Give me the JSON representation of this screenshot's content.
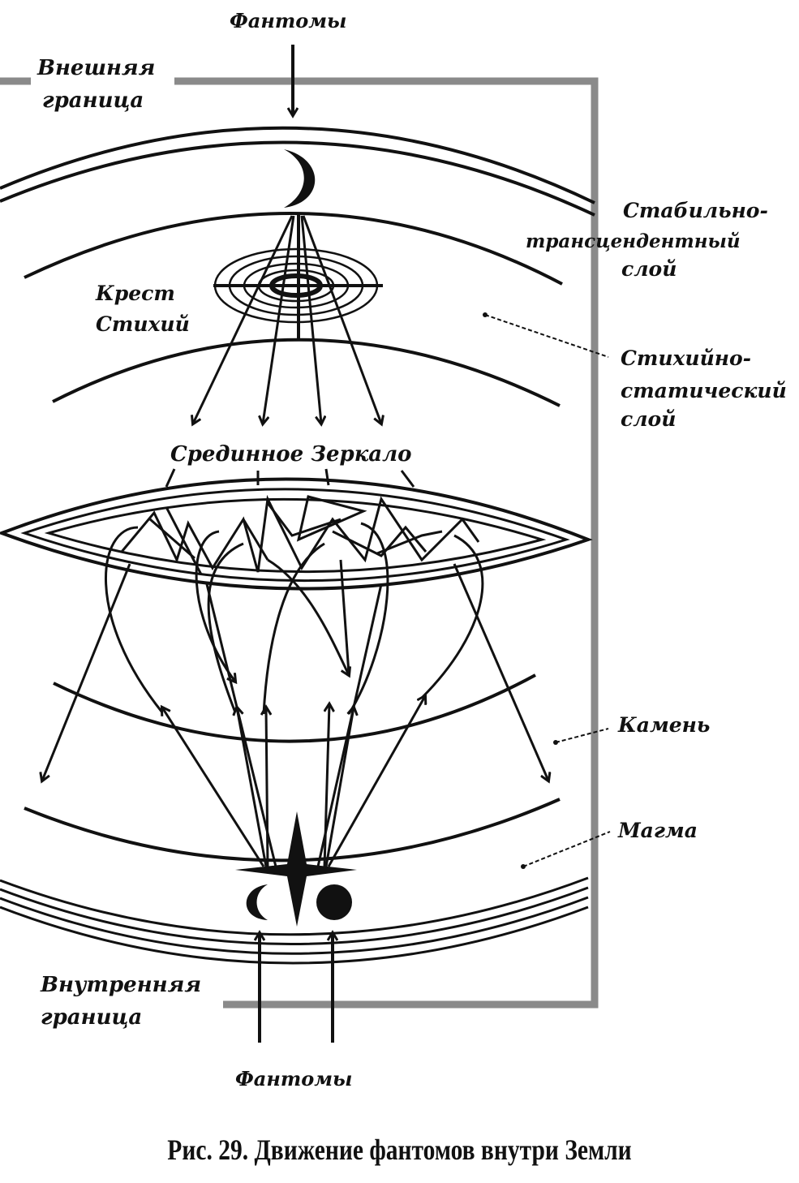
{
  "labels": {
    "phantoms_top": "Фантомы",
    "outer_boundary_1": "Внешняя",
    "outer_boundary_2": "граница",
    "stable_layer_1": "Стабильно-",
    "stable_layer_2": "трансцендентный",
    "stable_layer_3": "слой",
    "cross_1": "Крест",
    "cross_2": "Стихий",
    "elemental_layer_1": "Стихийно-",
    "elemental_layer_2": "статический",
    "elemental_layer_3": "слой",
    "middle_mirror": "Срединное Зеркало",
    "stone": "Камень",
    "magma": "Магма",
    "inner_boundary_1": "Внутренняя",
    "inner_boundary_2": "граница",
    "phantoms_bottom": "Фантомы"
  },
  "caption": "Рис. 29. Движение фантомов внутри Земли"
}
